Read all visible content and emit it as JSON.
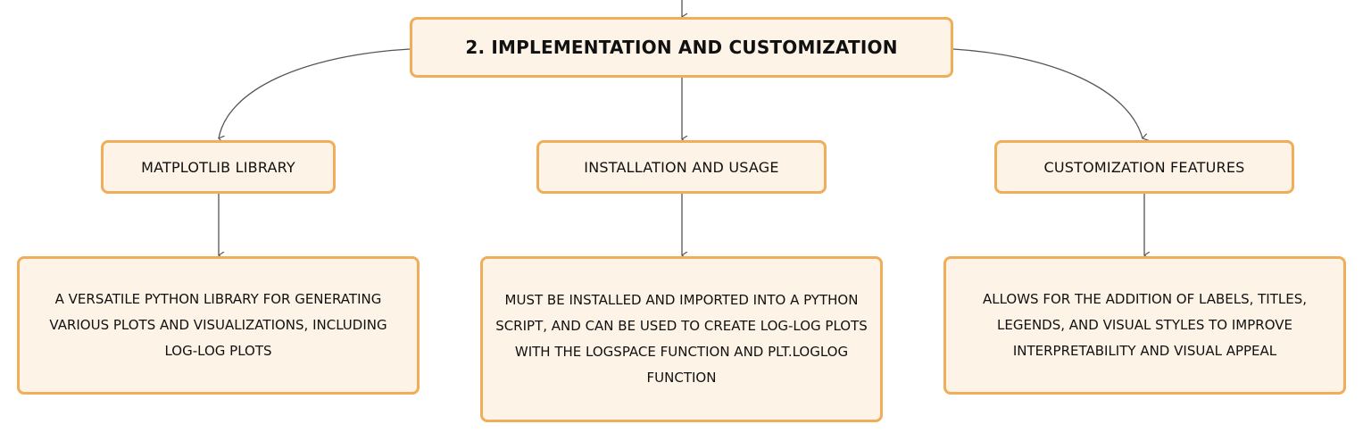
{
  "root": {
    "label": "2. IMPLEMENTATION AND CUSTOMIZATION"
  },
  "branches": [
    {
      "label": "MATPLOTLIB LIBRARY",
      "detail": "A VERSATILE PYTHON LIBRARY FOR GENERATING VARIOUS PLOTS AND VISUALIZATIONS, INCLUDING LOG-LOG PLOTS"
    },
    {
      "label": "INSTALLATION AND USAGE",
      "detail": "MUST BE INSTALLED AND IMPORTED INTO A PYTHON SCRIPT, AND CAN BE USED TO CREATE LOG-LOG PLOTS WITH THE LOGSPACE FUNCTION AND PLT.LOGLOG FUNCTION"
    },
    {
      "label": "CUSTOMIZATION FEATURES",
      "detail": "ALLOWS FOR THE ADDITION OF LABELS, TITLES, LEGENDS, AND VISUAL STYLES TO IMPROVE INTERPRETABILITY AND VISUAL APPEAL"
    }
  ],
  "colors": {
    "node_fill": "#fdf3e6",
    "node_border": "#f0ad5a",
    "connector": "#555555",
    "text": "#111111"
  }
}
